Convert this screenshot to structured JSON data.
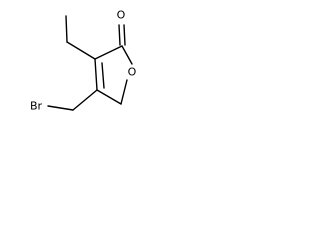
{
  "molecule": {
    "atoms": {
      "carbonyl_oxygen": "O",
      "ring_oxygen": "O",
      "bromine": "Br"
    }
  }
}
